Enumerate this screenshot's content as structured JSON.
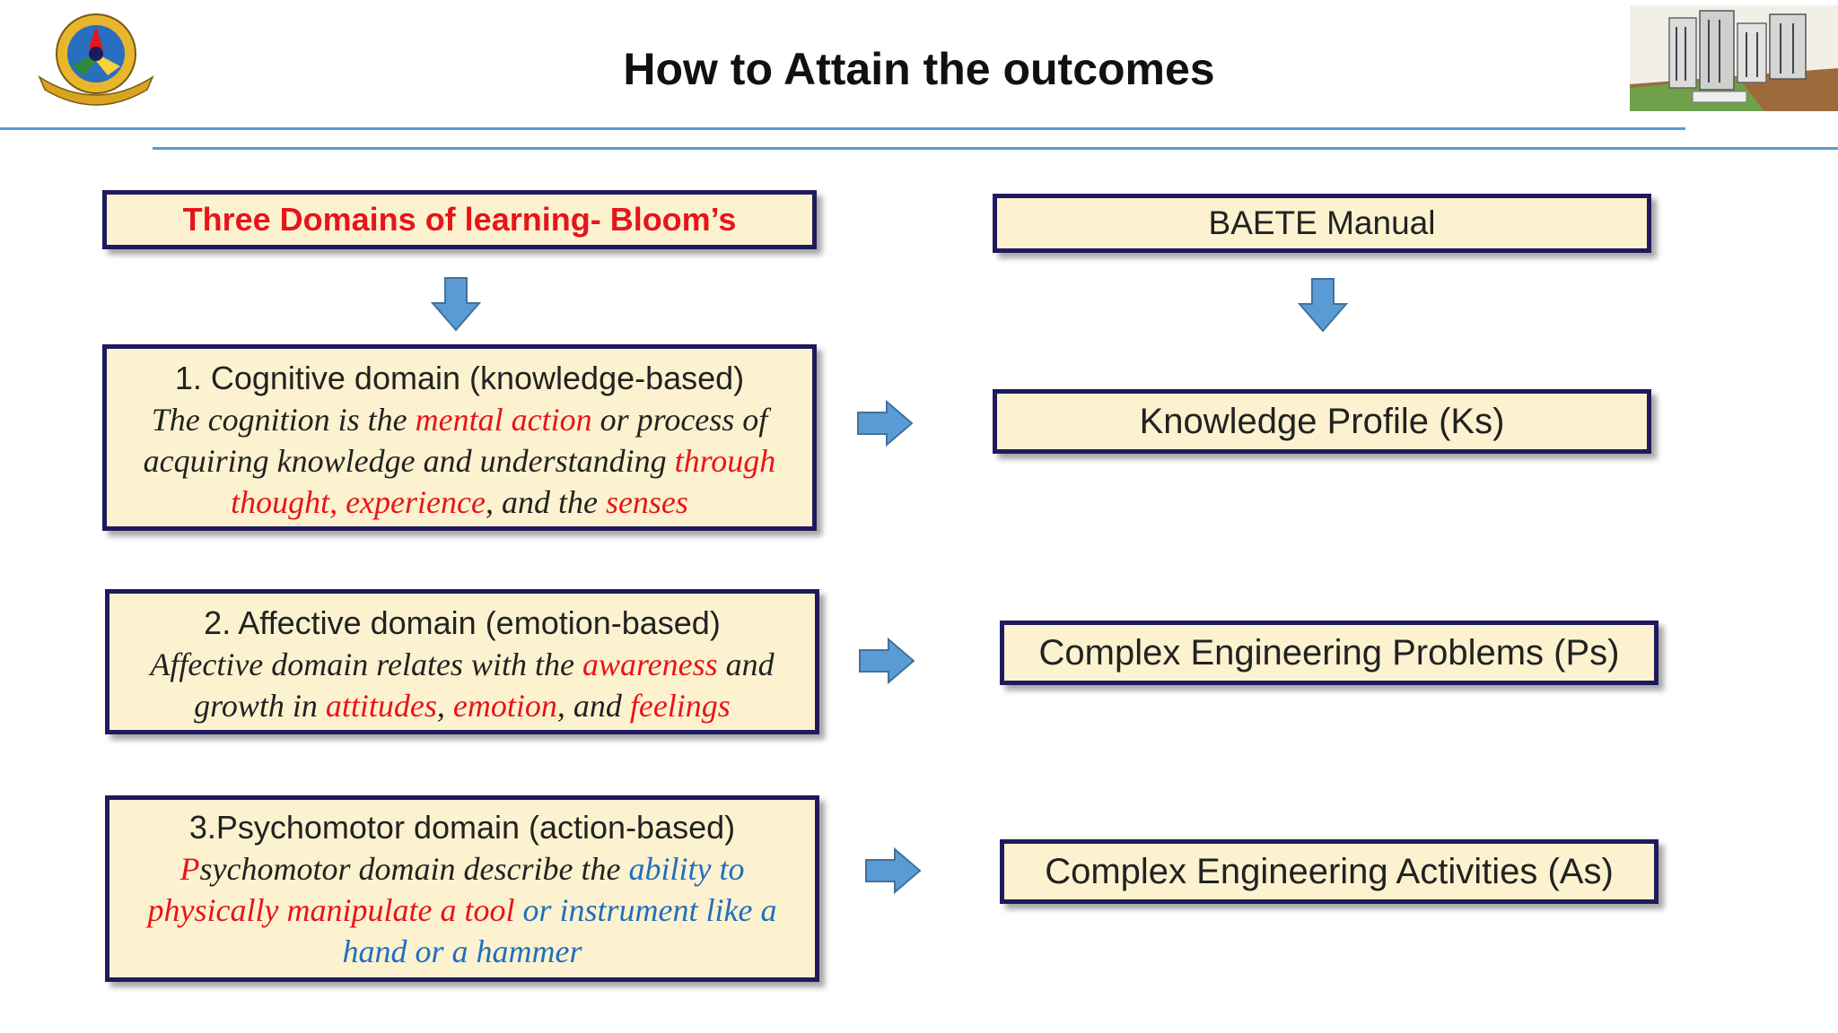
{
  "slide": {
    "title": "How to Attain the outcomes"
  },
  "images": {
    "logo": "institute-seal-logo",
    "building": "building-illustration"
  },
  "left": {
    "header": "Three Domains of learning- Bloom’s",
    "cognitive": {
      "heading": "1.   Cognitive domain (knowledge-based)",
      "l1a": "The cognition is the ",
      "l1b": "mental action",
      "l1c": " or process of",
      "l2a": "acquiring knowledge and understanding ",
      "l2b": "through",
      "l3a": "thought, experience",
      "l3b": ", and the ",
      "l3c": "senses"
    },
    "affective": {
      "heading": "2. Affective domain (emotion-based)",
      "l1a": "Affective domain relates with the ",
      "l1b": "awareness",
      "l1c": " and",
      "l2a": "growth in ",
      "l2b": "attitudes",
      "l2c": ", ",
      "l2d": "emotion",
      "l2e": ", and ",
      "l2f": "feelings"
    },
    "psychomotor": {
      "heading": "3.Psychomotor domain (action-based)",
      "l1a": "P",
      "l1b": "sychomotor domain describe the ",
      "l1c": "ability to",
      "l2a": "physically manipulate a tool",
      "l2b": " or instrument like a",
      "l3a": "hand or a hammer"
    }
  },
  "right": {
    "header": "BAETE Manual",
    "ks": "Knowledge Profile (Ks)",
    "ps": "Complex Engineering Problems (Ps)",
    "as": "Complex Engineering Activities (As)"
  },
  "colors": {
    "box_fill": "#fdf2cf",
    "box_border": "#1f1a5e",
    "arrow": "#5b9bd5",
    "emphasis_red": "#e8141b",
    "emphasis_blue": "#1f6fbf"
  }
}
